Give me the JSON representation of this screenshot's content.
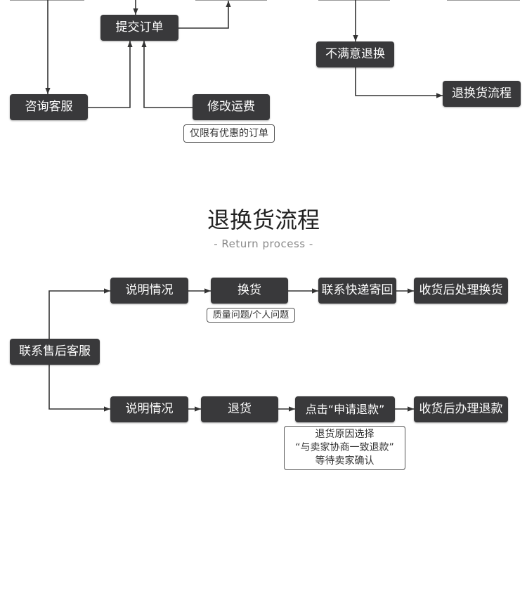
{
  "colors": {
    "background": "#ffffff",
    "node_fill": "#39393b",
    "node_text": "#ffffff",
    "line": "#333333",
    "note_text": "#333333",
    "subtitle": "#8a8a8a"
  },
  "top_flow": {
    "submit_order": "提交订单",
    "consult_service": "咨询客服",
    "modify_shipping": "修改运费",
    "modify_shipping_note": "仅限有优惠的订单",
    "unsatisfied_return": "不满意退换",
    "return_process_link": "退换货流程"
  },
  "section": {
    "title": "退换货流程",
    "subtitle": "- Return process -"
  },
  "return_flow": {
    "start": "联系售后客服",
    "exchange_path": {
      "steps": [
        "说明情况",
        "换货",
        "联系快递寄回",
        "收货后处理换货"
      ],
      "note": "质量问题/个人问题"
    },
    "refund_path": {
      "steps": [
        "说明情况",
        "退货",
        "点击“申请退款”",
        "收货后办理退款"
      ],
      "note_lines": [
        "退货原因选择",
        "“与卖家协商一致退款”",
        "等待卖家确认"
      ]
    }
  }
}
